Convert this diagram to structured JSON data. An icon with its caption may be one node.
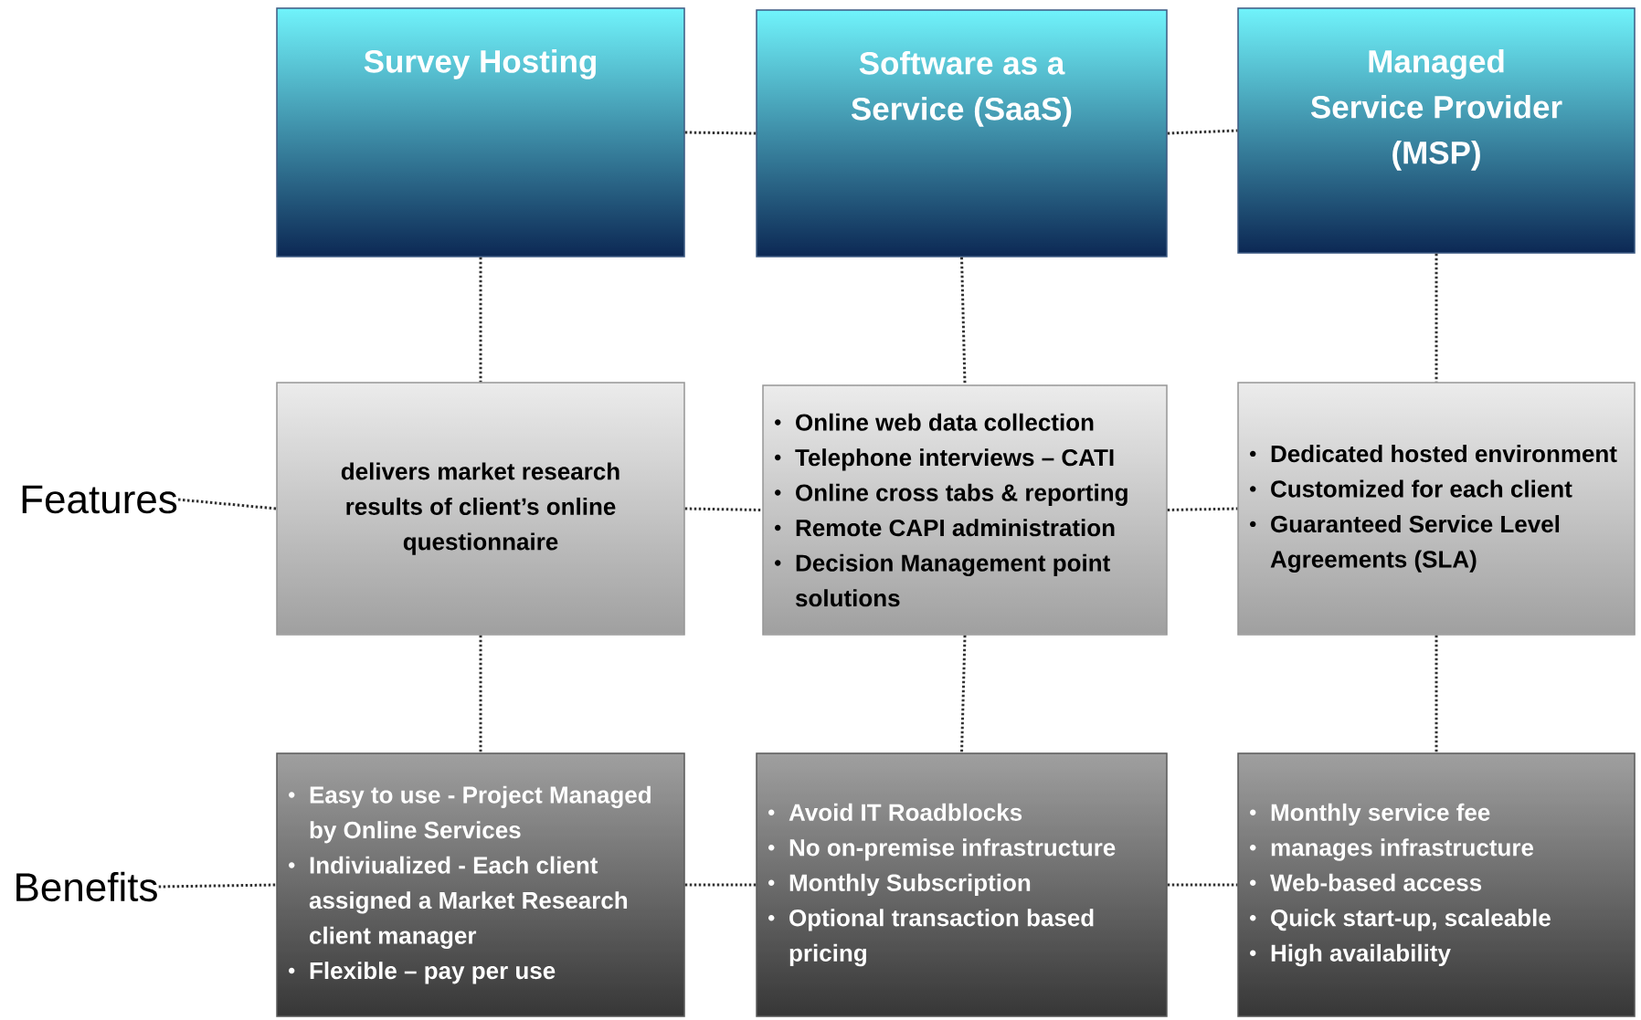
{
  "diagram": {
    "nodes": [
      {
        "text": [
          "Survey Hosting"
        ]
      },
      {
        "text": [
          "Software as a Service (SaaS)"
        ]
      },
      {
        "text": [
          "Managed Service Provider (MSP)"
        ]
      },
      {
        "text": [
          "delivers market research results of client’s online questionnaire"
        ]
      },
      {
        "text": [
          "Online web data collection",
          "Telephone interviews – CATI",
          "Online cross tabs & reporting",
          "Remote CAPI administration",
          "Decision Management point solutions"
        ]
      },
      {
        "text": [
          "Dedicated hosted environment",
          "Customized for each client",
          "Guaranteed Service Level Agreements (SLA)"
        ]
      },
      {
        "text": [
          "Easy to use - Project Managed by Online Services",
          "Indiviualized - Each client assigned a Market Research client manager",
          "Flexible – pay per use"
        ]
      },
      {
        "text": [
          "Avoid IT Roadblocks",
          "No on-premise infrastructure",
          "Monthly Subscription",
          "Optional transaction based pricing"
        ]
      },
      {
        "text": [
          "Monthly service fee",
          "manages infrastructure",
          "Web-based access",
          "Quick start-up, scaleable",
          "High availability"
        ]
      },
      {
        "text": [
          "Features"
        ]
      },
      {
        "text": [
          "Benefits"
        ]
      }
    ],
    "edges": [
      {
        "from": 0,
        "to": 1,
        "arrow": "none"
      },
      {
        "from": 1,
        "to": 2,
        "arrow": "none"
      },
      {
        "from": 0,
        "to": 3,
        "arrow": "none"
      },
      {
        "from": 1,
        "to": 4,
        "arrow": "none"
      },
      {
        "from": 2,
        "to": 5,
        "arrow": "none"
      },
      {
        "from": 9,
        "to": 3,
        "arrow": "none"
      },
      {
        "from": 3,
        "to": 4,
        "arrow": "none"
      },
      {
        "from": 4,
        "to": 5,
        "arrow": "none"
      },
      {
        "from": 3,
        "to": 6,
        "arrow": "none"
      },
      {
        "from": 4,
        "to": 7,
        "arrow": "none"
      },
      {
        "from": 5,
        "to": 8,
        "arrow": "none"
      },
      {
        "from": 10,
        "to": 6,
        "arrow": "none"
      },
      {
        "from": 6,
        "to": 7,
        "arrow": "none"
      },
      {
        "from": 7,
        "to": 8,
        "arrow": "none"
      }
    ]
  }
}
